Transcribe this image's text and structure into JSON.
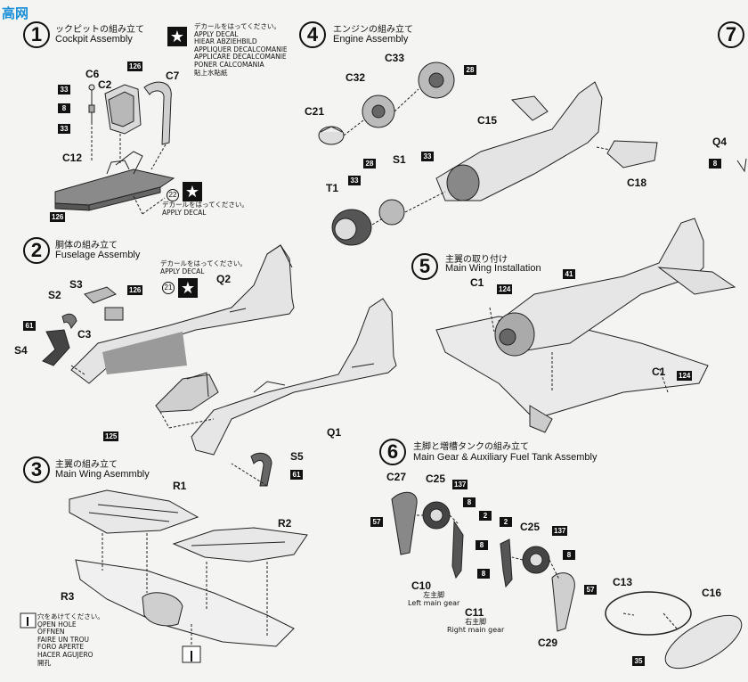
{
  "watermark": {
    "text": "高网"
  },
  "steps": [
    {
      "num": "1",
      "jp": "ックピットの組み立て",
      "en": "Cockpit Assembly"
    },
    {
      "num": "2",
      "jp": "胴体の組み立て",
      "en": "Fuselage Assembly"
    },
    {
      "num": "3",
      "jp": "主翼の組み立て",
      "en": "Main Wing Asemmbly"
    },
    {
      "num": "4",
      "jp": "エンジンの組み立て",
      "en": "Engine Assembly"
    },
    {
      "num": "5",
      "jp": "主翼の取り付け",
      "en": "Main Wing Installation"
    },
    {
      "num": "6",
      "jp": "主脚と増槽タンクの組み立て",
      "en": "Main Gear & Auxiliary Fuel Tank Assembly"
    },
    {
      "num": "7"
    }
  ],
  "decal_notes": {
    "step1_top": [
      "デカールをはってください。",
      "APPLY DECAL",
      "HIEAR ABZIEHBILD",
      "APPLIQUER DECALCOMANIE",
      "APPLICARE DECALCOMANIE",
      "PONER CALCOMANIA",
      "貼上水貼紙"
    ],
    "step1_bottom": [
      "デカールをはってください。",
      "APPLY DECAL"
    ],
    "step2": [
      "デカールをはってください。",
      "APPLY DECAL"
    ]
  },
  "open_hole": [
    "穴をあけてください。",
    "OPEN HOLE",
    "ÖFFNEN",
    "FAIRE UN TROU",
    "FORO APERTE",
    "HACER AGUJERO",
    "開孔"
  ],
  "parts": {
    "C6": "C6",
    "C2": "C2",
    "C7": "C7",
    "C12": "C12",
    "S3": "S3",
    "S2": "S2",
    "Q2": "Q2",
    "C3": "C3",
    "S4": "S4",
    "Q1": "Q1",
    "S5": "S5",
    "R1": "R1",
    "R2": "R2",
    "R3": "R3",
    "C33": "C33",
    "C32": "C32",
    "C21": "C21",
    "C15": "C15",
    "S1": "S1",
    "T1": "T1",
    "C18": "C18",
    "Q4": "Q4",
    "C1a": "C1",
    "C1b": "C1",
    "C27": "C27",
    "C25a": "C25",
    "C25b": "C25",
    "C10": "C10",
    "C11": "C11",
    "C29": "C29",
    "C13": "C13",
    "C16": "C16"
  },
  "gear_labels": {
    "left_jp": "左主脚",
    "left_en": "Left main gear",
    "right_jp": "右主脚",
    "right_en": "Right main gear"
  },
  "tags": {
    "t126a": "126",
    "t33a": "33",
    "t8a": "8",
    "t33b": "33",
    "t126b": "126",
    "t22": "22",
    "t126c": "126",
    "t21": "21",
    "t61a": "61",
    "t125": "125",
    "t61b": "61",
    "t28a": "28",
    "t33c": "33",
    "t28b": "28",
    "t33d": "33",
    "t8b": "8",
    "t124a": "124",
    "t41": "41",
    "t124b": "124",
    "t57a": "57",
    "t137a": "137",
    "t8c": "8",
    "t2a": "2",
    "t8d": "8",
    "t2b": "2",
    "t137b": "137",
    "t8e": "8",
    "t8f": "8",
    "t57b": "57",
    "t35": "35"
  }
}
